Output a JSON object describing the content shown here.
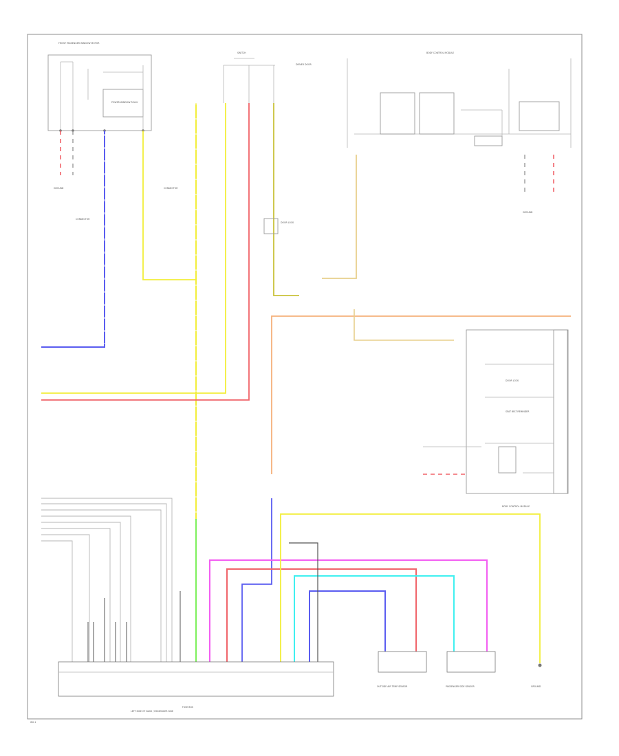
{
  "colors": {
    "yellow": "#f2ee3a",
    "red": "#f0646a",
    "blue": "#5a5cf0",
    "magenta": "#f35ef2",
    "cyan": "#3ff0f0",
    "green": "#7cf05a",
    "orange": "#f5b07a",
    "tan": "#e8cf8c",
    "olive": "#c9c23a",
    "gray": "#9a9a9a",
    "dark": "#555555"
  },
  "labels": {
    "front_passenger_window": "FRONT PASSENGER WINDOW MOTOR",
    "switch_panel": "SWITCH",
    "power_window_relay": "POWER WINDOW RELAY",
    "driver_door": "DRIVER DOOR",
    "body_control_module": "BODY CONTROL MODULE",
    "ground_left": "GROUND",
    "ground_right": "GROUND",
    "connector_left": "CONNECTOR",
    "connector_right": "CONNECTOR",
    "door_lock_switch": "DOOR LOCK",
    "seat_belt_reminder": "SEAT BELT REMINDER",
    "body_control_bottom": "BODY CONTROL MODULE",
    "fuse_unit": "FUSE BOX",
    "fuse_unit_sub": "LEFT SIDE OF DASH / PASSENGER SIDE",
    "sensor_a": "OUTSIDE AIR TEMP SENSOR",
    "sensor_b": "PASSENGER SIDE SENSOR",
    "sensor_c": "GROUND",
    "page_code": "W0-1"
  }
}
